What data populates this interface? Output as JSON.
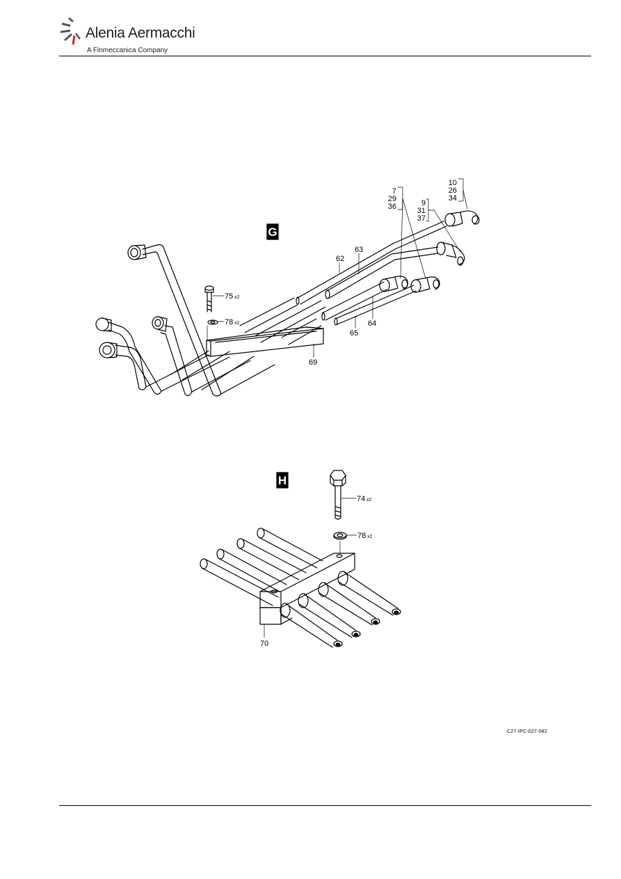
{
  "header": {
    "company_name": "Alenia Aermacchi",
    "company_subtitle": "A Finmeccanica Company"
  },
  "views": [
    {
      "view_letter": "G",
      "callouts": {
        "group_7": [
          "7",
          "29",
          "36"
        ],
        "group_9": [
          "9",
          "31",
          "37"
        ],
        "group_10": [
          "10",
          "26",
          "34"
        ],
        "c62": "62",
        "c63": "63",
        "c64": "64",
        "c65": "65",
        "c69": "69",
        "c75": "75",
        "c75_qty": "x2",
        "c78": "78",
        "c78_qty": "x2"
      }
    },
    {
      "view_letter": "H",
      "callouts": {
        "c70": "70",
        "c74": "74",
        "c74_qty": "x2",
        "c78": "78",
        "c78_qty": "x2"
      }
    }
  ],
  "footer": {
    "figure_reference": "C27-IPC-027-082"
  }
}
